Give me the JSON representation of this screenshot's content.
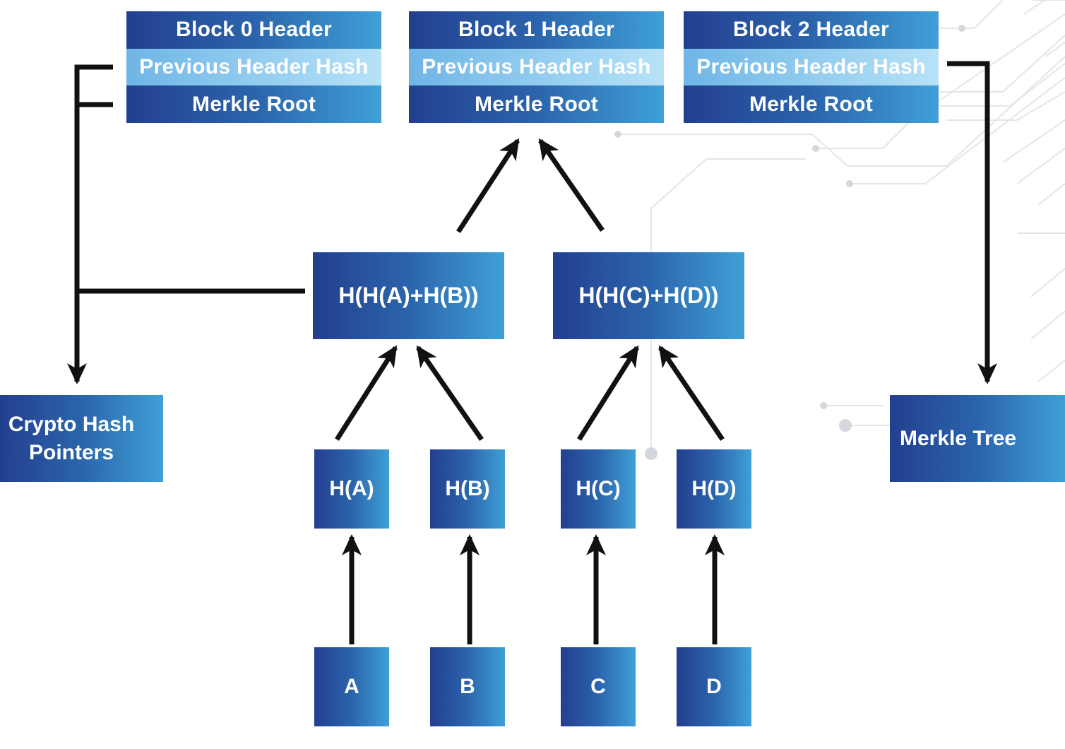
{
  "block_headers": [
    {
      "title": "Block 0 Header",
      "prev_hash": "Previous Header Hash",
      "merkle_root": "Merkle Root"
    },
    {
      "title": "Block 1 Header",
      "prev_hash": "Previous Header Hash",
      "merkle_root": "Merkle Root"
    },
    {
      "title": "Block 2 Header",
      "prev_hash": "Previous Header Hash",
      "merkle_root": "Merkle Root"
    }
  ],
  "tree": {
    "intermediate": [
      "H(H(A)+H(B))",
      "H(H(C)+H(D))"
    ],
    "leaf_hashes": [
      "H(A)",
      "H(B)",
      "H(C)",
      "H(D)"
    ],
    "data": [
      "A",
      "B",
      "C",
      "D"
    ]
  },
  "callouts": {
    "crypto_hash_pointers": {
      "line1": "Crypto Hash",
      "line2": "Pointers"
    },
    "merkle_tree": "Merkle Tree"
  },
  "colors": {
    "box_dark": "#233f8f",
    "box_mid": "#2b64ac",
    "box_light": "#3fa0d6",
    "row_highlight": "#92ccef",
    "arrow": "#111111",
    "circuit": "#e3e5e8"
  }
}
